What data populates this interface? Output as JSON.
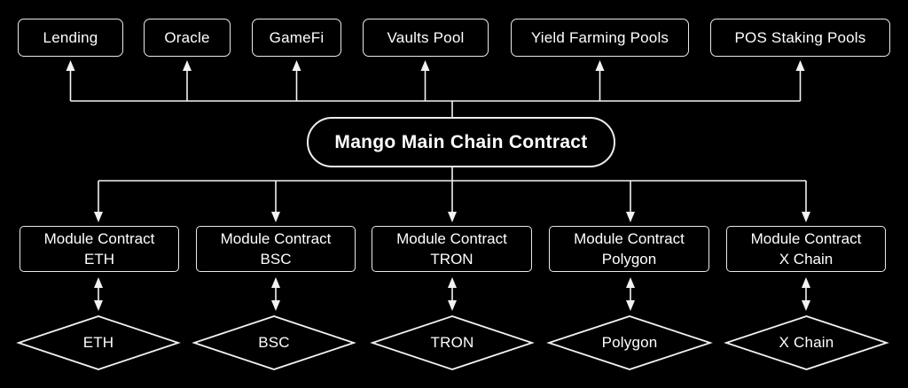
{
  "colors": {
    "background": "#000000",
    "line": "#f2f2f2",
    "text": "#ffffff"
  },
  "top_modules": [
    {
      "label": "Lending"
    },
    {
      "label": "Oracle"
    },
    {
      "label": "GameFi"
    },
    {
      "label": "Vaults Pool"
    },
    {
      "label": "Yield Farming Pools"
    },
    {
      "label": "POS Staking Pools"
    }
  ],
  "main_contract": {
    "label": "Mango Main Chain Contract"
  },
  "module_contracts": [
    {
      "line1": "Module Contract",
      "line2": "ETH"
    },
    {
      "line1": "Module Contract",
      "line2": "BSC"
    },
    {
      "line1": "Module Contract",
      "line2": "TRON"
    },
    {
      "line1": "Module Contract",
      "line2": "Polygon"
    },
    {
      "line1": "Module Contract",
      "line2": "X Chain"
    }
  ],
  "chains": [
    {
      "label": "ETH"
    },
    {
      "label": "BSC"
    },
    {
      "label": "TRON"
    },
    {
      "label": "Polygon"
    },
    {
      "label": "X Chain"
    }
  ]
}
